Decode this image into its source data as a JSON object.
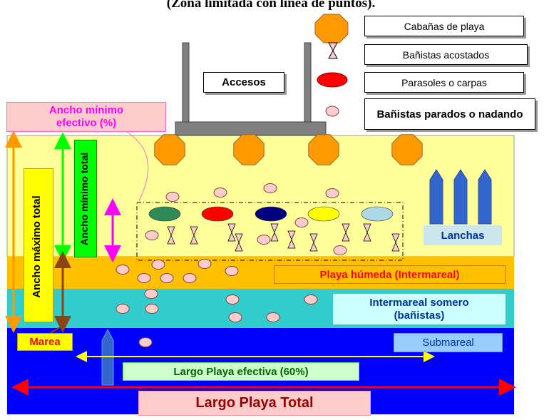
{
  "title": "(Zona limitada con línea de puntos).",
  "legend": {
    "cabanas": "Cabañas de playa",
    "acostados": "Bañistas acostados",
    "parasoles": "Parasoles o carpas",
    "parados": "Bañistas parados o nadando"
  },
  "labels": {
    "accesos": "Accesos",
    "ancho_minimo_efectivo": "Ancho mínimo efectivo (%)",
    "ancho_maximo_total": "Ancho máximo total",
    "ancho_minimo_total": "Ancho mínimo total",
    "lanchas": "Lanchas",
    "playa_humeda": "Playa húmeda (Intermareal)",
    "intermareal_somero": "Intermareal somero (bañistas)",
    "marea": "Marea",
    "submareal": "Submareal",
    "largo_efectiva": "Largo Playa efectiva (60%)",
    "largo_total": "Largo Playa Total"
  },
  "colors": {
    "dry_sand": "#ffff99",
    "wet_sand": "#ffc000",
    "shallow": "#33cccc",
    "sea": "#0000ff",
    "hut": "#ff9900",
    "swimmer": "#ffcccc",
    "umbrellas": [
      "#2e8b57",
      "#ff0000",
      "#000080",
      "#ffff00",
      "#add8e6"
    ]
  }
}
